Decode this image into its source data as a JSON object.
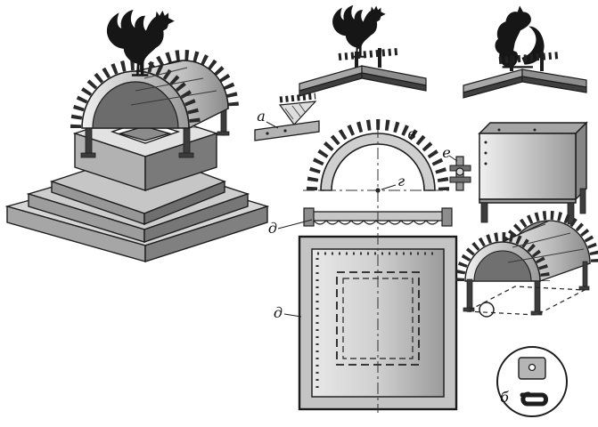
{
  "figure": {
    "kind": "technical-diagram",
    "subject": "chimney-cap-with-weathervane-construction"
  },
  "colors": {
    "ink": "#1d1d1d",
    "light": "#dcdcdc",
    "mid": "#b0b0b0",
    "dark": "#7e7e7e",
    "silhouette": "#161616"
  },
  "labels": {
    "a": "а",
    "b": "б",
    "v": "в",
    "g": "г",
    "d1": "д",
    "d2": "д",
    "e": "е"
  }
}
